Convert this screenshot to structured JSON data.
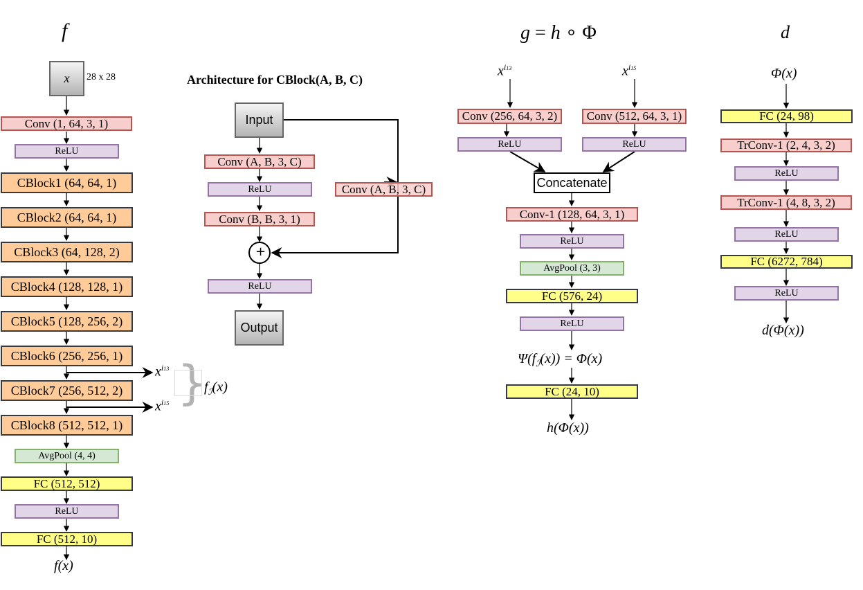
{
  "headers": {
    "f": "f",
    "g_lhs": "g",
    "g_eq": "=",
    "g_h": "h",
    "g_circ": "∘",
    "g_phi": "Φ",
    "d": "d"
  },
  "f_net": {
    "input_label": "x",
    "input_size": "28 x 28",
    "layers": [
      "Conv (1, 64, 3, 1)",
      "ReLU",
      "CBlock1 (64, 64, 1)",
      "CBlock2 (64, 64, 1)",
      "CBlock3 (64, 128, 2)",
      "CBlock4 (128, 128, 1)",
      "CBlock5 (128, 256, 2)",
      "CBlock6 (256, 256, 1)",
      "CBlock7 (256, 512, 2)",
      "CBlock8 (512, 512, 1)",
      "AvgPool (4, 4)",
      "FC (512, 512)",
      "ReLU",
      "FC (512, 10)"
    ],
    "output": {
      "fn": "f",
      "open": "(",
      "var": "x",
      "close": ")"
    },
    "tap1": {
      "base": "x",
      "sup": "i",
      "subsup": "13"
    },
    "tap2": {
      "base": "x",
      "sup": "i",
      "subsup": "15"
    },
    "subset": {
      "fn": "f",
      "sub": "ℐ",
      "open": "(",
      "var": "x",
      "close": ")"
    }
  },
  "cblock": {
    "title": "Architecture for CBlock(A, B, C)",
    "input": "Input",
    "conv1": "Conv (A, B, 3, C)",
    "relu1": "ReLU",
    "conv2": "Conv (B, B, 3, 1)",
    "plus": "+",
    "relu2": "ReLU",
    "output": "Output",
    "skip_conv": "Conv (A, B, 3, C)"
  },
  "g_net": {
    "in1": {
      "base": "x",
      "sup": "i",
      "subsup": "13"
    },
    "in2": {
      "base": "x",
      "sup": "i",
      "subsup": "15"
    },
    "conv_a": "Conv (256, 64, 3, 2)",
    "conv_b": "Conv (512, 64, 3, 1)",
    "relu_a": "ReLU",
    "relu_b": "ReLU",
    "concat": "Concatenate",
    "convT": "Conv-1 (128, 64, 3, 1)",
    "relu3": "ReLU",
    "pool": "AvgPool (3, 3)",
    "fc1": "FC (576, 24)",
    "relu4": "ReLU",
    "psi_eq": {
      "psi": "Ψ",
      "open": "(",
      "fn": "f",
      "sub": "ℐ",
      "var": "(x)",
      "close": ")",
      "eq": "=",
      "phi": "Φ",
      "phivar": "(x)"
    },
    "fc2": "FC (24, 10)",
    "out": {
      "h": "h",
      "open": "(",
      "phi": "Φ",
      "var": "(x)",
      "close": ")"
    }
  },
  "d_net": {
    "input": {
      "phi": "Φ",
      "var": "(x)"
    },
    "layers": [
      "FC (24, 98)",
      "TrConv-1 (2, 4, 3, 2)",
      "ReLU",
      "TrConv-1 (4, 8, 3, 2)",
      "ReLU",
      "FC (6272, 784)",
      "ReLU"
    ],
    "output": {
      "d": "d",
      "open": "(",
      "phi": "Φ",
      "var": "(x)",
      "close": ")"
    }
  },
  "colors": {
    "conv_fill": "#f8cecc",
    "conv_stroke": "#b85450",
    "relu_fill": "#e1d5e7",
    "relu_stroke": "#9673a6",
    "cblock_fill": "#ffcc99",
    "cblock_stroke": "#36393d",
    "pool_fill": "#d5e8d4",
    "pool_stroke": "#82b366",
    "fc_fill": "#ffff88",
    "fc_stroke": "#36393d"
  }
}
